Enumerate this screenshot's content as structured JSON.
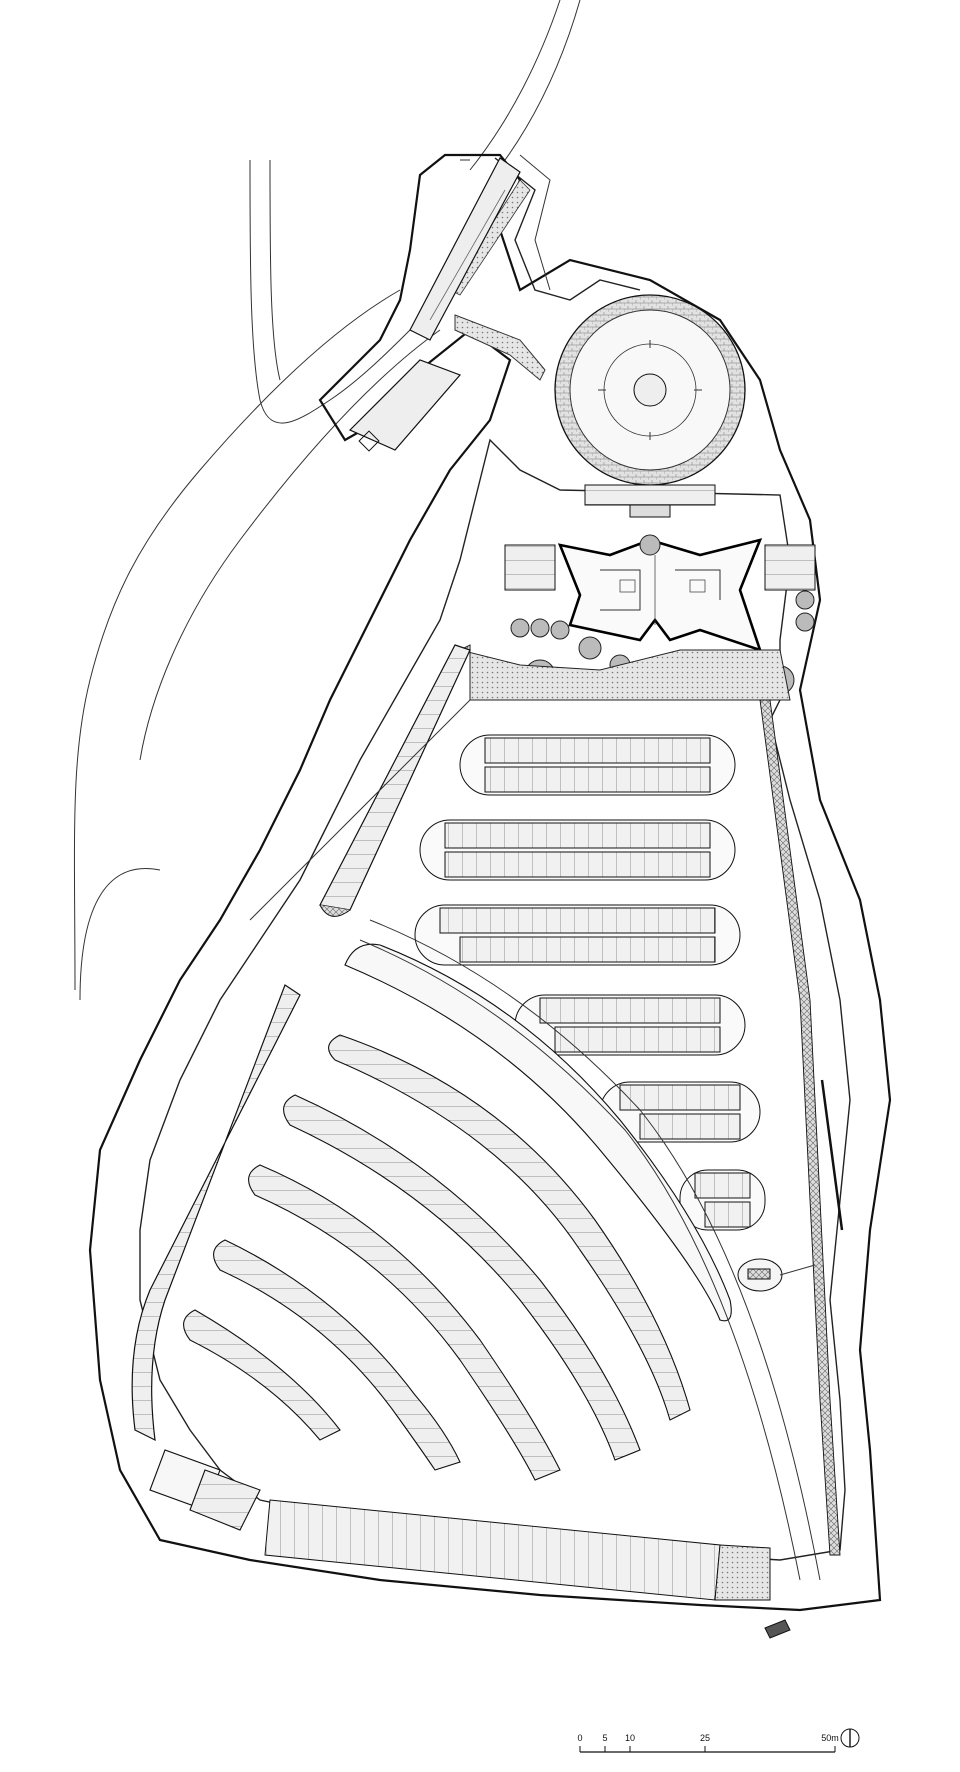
{
  "drawing": {
    "type": "site-plan",
    "scale_bar": {
      "ticks": [
        "0",
        "5",
        "10",
        "25",
        "50m"
      ]
    },
    "north_arrow": "north-arrow-icon"
  }
}
